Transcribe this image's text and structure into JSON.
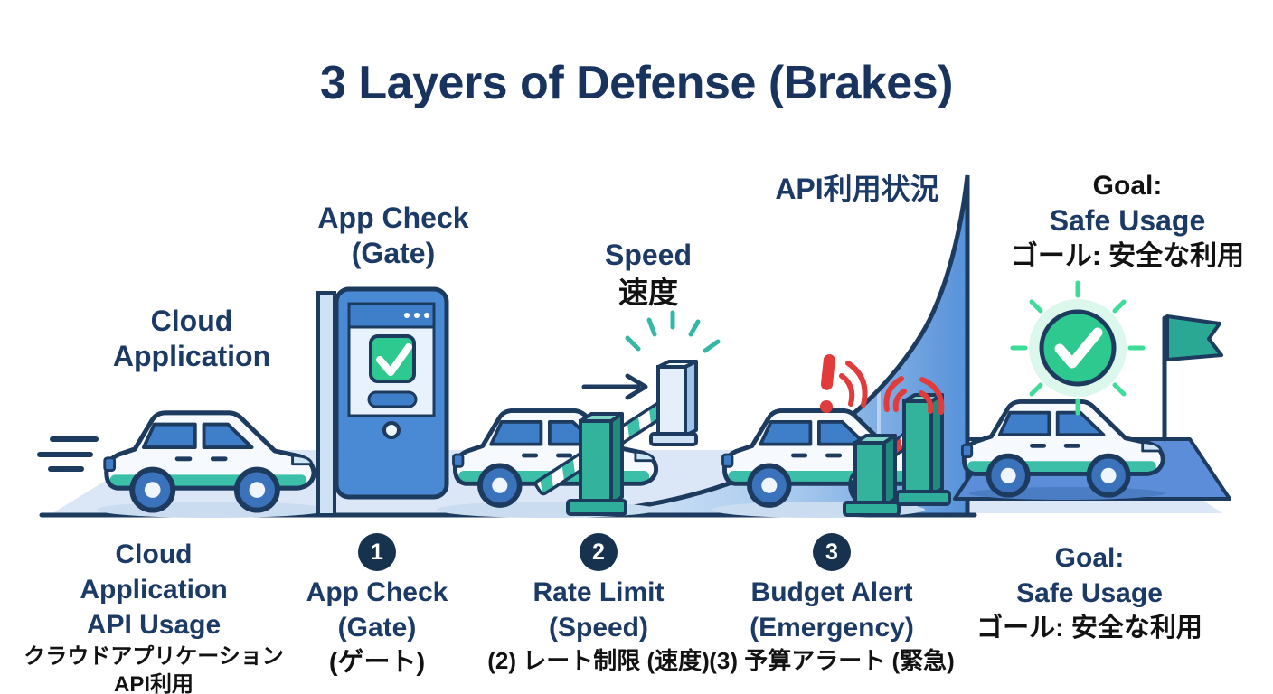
{
  "title": "3 Layers of Defense (Brakes)",
  "top_labels": {
    "cloud_application_line1": "Cloud",
    "cloud_application_line2": "Application",
    "app_check_line1": "App Check",
    "app_check_line2": "(Gate)",
    "speed_en": "Speed",
    "speed_jp": "速度",
    "api_usage_jp": "API利用状況",
    "goal_line1": "Goal:",
    "goal_line2": "Safe Usage",
    "goal_line3": "ゴール: 安全な利用"
  },
  "bottom_labels": {
    "source_line1": "Cloud",
    "source_line2": "Application",
    "source_line3": "API Usage",
    "source_jp_line1": "クラウドアプリケーション",
    "source_jp_line2": "API利用",
    "layer1_badge": "1",
    "layer1_line1": "App Check",
    "layer1_line2": "(Gate)",
    "layer1_jp": "(ゲート)",
    "layer2_badge": "2",
    "layer2_line1": "Rate Limit",
    "layer2_line2": "(Speed)",
    "layer2_jp": "(2) レート制限 (速度)",
    "layer3_badge": "3",
    "layer3_line1": "Budget Alert",
    "layer3_line2": "(Emergency)",
    "layer3_jp": "(3) 予算アラート (緊急)",
    "goal_line1": "Goal:",
    "goal_line2": "Safe Usage",
    "goal_jp": "ゴール: 安全な利用"
  },
  "icons": {
    "car": "car-icon",
    "app_check_gate": "tablet-gate-icon",
    "rate_limit_barrier": "rate-limit-barrier-icon",
    "budget_alert_barrier": "budget-alert-barrier-icon",
    "usage_curve": "usage-growth-curve",
    "checkmark": "checkmark-circle-icon",
    "goal_flag": "goal-flag-icon",
    "alert": "alert-exclamation-icon",
    "arrow": "arrow-right-icon",
    "speed_lines": "speed-lines-icon"
  },
  "colors": {
    "navy_outline": "#1d3a5f",
    "text_navy": "#1c3a66",
    "text_black": "#121212",
    "teal": "#2fae9b",
    "teal_dark": "#1f8b7e",
    "teal_stripe": "#3bbfa8",
    "green_check": "#2ec98f",
    "alert_red": "#e23b3b",
    "window_blue": "#3f7fca",
    "tablet_blue": "#4a8ad4",
    "curve_light": "#dbe9f8",
    "curve_dark": "#5792d9",
    "road_light": "#dbe7f6",
    "road_blue": "#5b8dd9",
    "badge_navy": "#16324f"
  }
}
